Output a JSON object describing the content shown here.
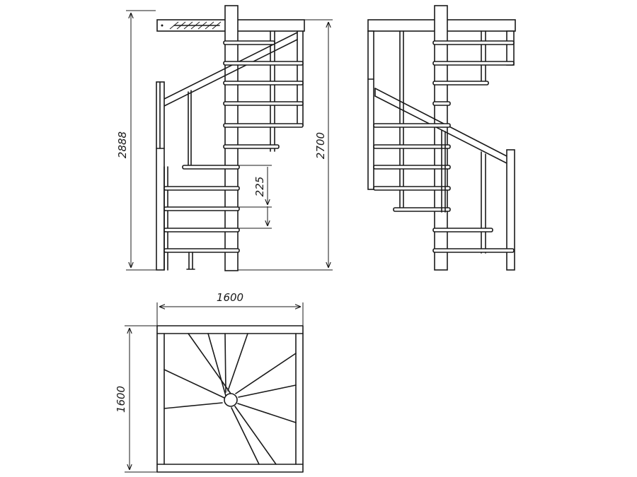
{
  "dimensions": {
    "overall_height_left": "2888",
    "landing_height": "2700",
    "step_rise": "225",
    "plan_width": "1600",
    "plan_depth": "1600"
  }
}
